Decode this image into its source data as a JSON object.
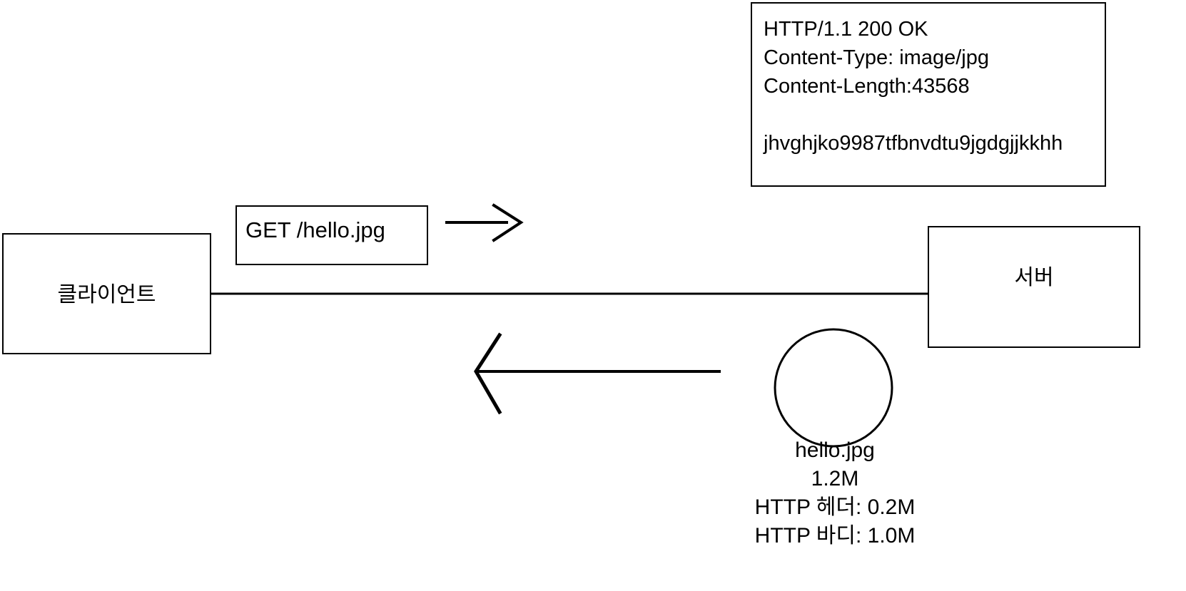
{
  "diagram": {
    "title": "HTTP request and response between client and server",
    "stroke_color": "#000000",
    "background_color": "#ffffff",
    "nodes": {
      "client": {
        "label": "클라이언트"
      },
      "server": {
        "label": "서버"
      }
    },
    "request": {
      "box_label": "GET /hello.jpg",
      "arrow_direction": "right"
    },
    "response": {
      "arrow_direction": "left",
      "lines": [
        "HTTP/1.1 200 OK",
        "Content-Type: image/jpg",
        "Content-Length:43568",
        "",
        "jhvghjko9987tfbnvdtu9jgdgjjkkhh"
      ],
      "text_block": "HTTP/1.1 200 OK\nContent-Type: image/jpg\nContent-Length:43568\n\njhvghjko9987tfbnvdtu9jgdgjjkkhh"
    },
    "packet": {
      "shape": "circle",
      "caption_lines": [
        "hello.jpg",
        "1.2M",
        "HTTP 헤더: 0.2M",
        "HTTP 바디: 1.0M"
      ],
      "file_name": "hello.jpg",
      "total_size": "1.2M",
      "header_size": "HTTP 헤더: 0.2M",
      "body_size": "HTTP 바디: 1.0M"
    }
  }
}
